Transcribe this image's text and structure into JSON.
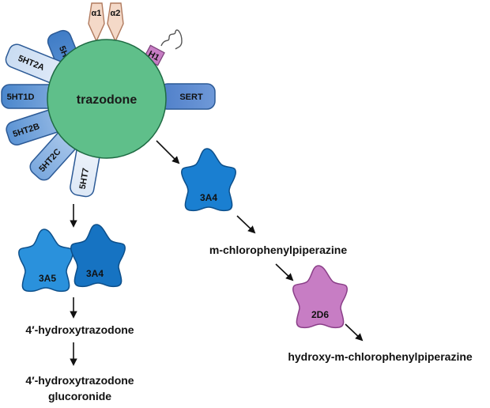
{
  "center": {
    "label": "trazodone",
    "color": "#5fbf8a",
    "stroke": "#1e6b43"
  },
  "receptors": {
    "r5ht1a": "5HT1A",
    "r5ht2a": "5HT2A",
    "r5ht1d": "5HT1D",
    "r5ht2b": "5HT2B",
    "r5ht2c": "5HT2C",
    "r5ht7": "5HT7",
    "sert": "SERT",
    "h1": "H1",
    "alpha1": "α1",
    "alpha2": "α2"
  },
  "enzymes": {
    "e3a4_top": "3A4",
    "e3a5": "3A5",
    "e3a4_left": "3A4",
    "e2d6": "2D6"
  },
  "products": {
    "mcpp": "m-chlorophenylpiperazine",
    "hydroxy_mcpp": "hydroxy-m-chlorophenylpiperazine",
    "hydroxytrazodone": "4′-hydroxytrazodone",
    "glucoronide_line1": "4′-hydroxytrazodone",
    "glucoronide_line2": "glucoronide"
  },
  "colors": {
    "cyp3a": "#1a7fd1",
    "cyp3a_stroke": "#0d4f8a",
    "cyp2d6": "#c77dc4",
    "cyp2d6_stroke": "#8a3f88",
    "receptor_blue_dark": "#5a8fd0",
    "receptor_blue_light": "#dce8f7",
    "alpha_fill": "#f4d9c8",
    "alpha_stroke": "#b07a5e",
    "h1_fill": "#c77dc4"
  }
}
